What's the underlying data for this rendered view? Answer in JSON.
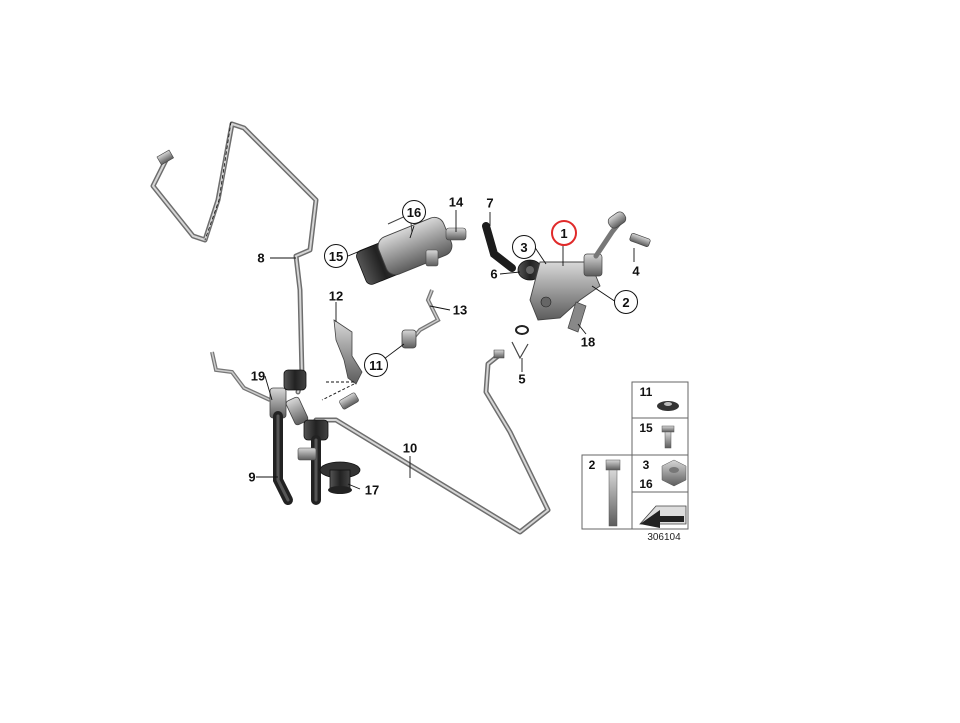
{
  "diagram_id": "306104",
  "callouts": [
    {
      "id": "1",
      "style": "highlighted"
    },
    {
      "id": "2",
      "style": "circled"
    },
    {
      "id": "3",
      "style": "circled"
    },
    {
      "id": "4",
      "style": "plain"
    },
    {
      "id": "5",
      "style": "plain"
    },
    {
      "id": "6",
      "style": "plain"
    },
    {
      "id": "7",
      "style": "plain"
    },
    {
      "id": "8",
      "style": "plain"
    },
    {
      "id": "9",
      "style": "plain"
    },
    {
      "id": "10",
      "style": "plain"
    },
    {
      "id": "11",
      "style": "circled"
    },
    {
      "id": "12",
      "style": "plain"
    },
    {
      "id": "13",
      "style": "plain"
    },
    {
      "id": "14",
      "style": "plain"
    },
    {
      "id": "15",
      "style": "circled"
    },
    {
      "id": "16",
      "style": "circled"
    },
    {
      "id": "17",
      "style": "plain"
    },
    {
      "id": "18",
      "style": "plain"
    },
    {
      "id": "19",
      "style": "plain"
    }
  ],
  "legend": {
    "cells": [
      {
        "label": "11",
        "icon": "grommet-icon"
      },
      {
        "label": "15",
        "icon": "screw-icon"
      },
      {
        "label": "2",
        "icon": "bolt-icon"
      },
      {
        "label": "3",
        "icon": "nut-icon"
      },
      {
        "label": "16",
        "icon": "nut-icon"
      },
      {
        "label": "",
        "icon": "arrow-icon"
      }
    ]
  },
  "colors": {
    "highlight": "#e02a2a",
    "part": "#8c8c8c",
    "line": "#111111"
  }
}
